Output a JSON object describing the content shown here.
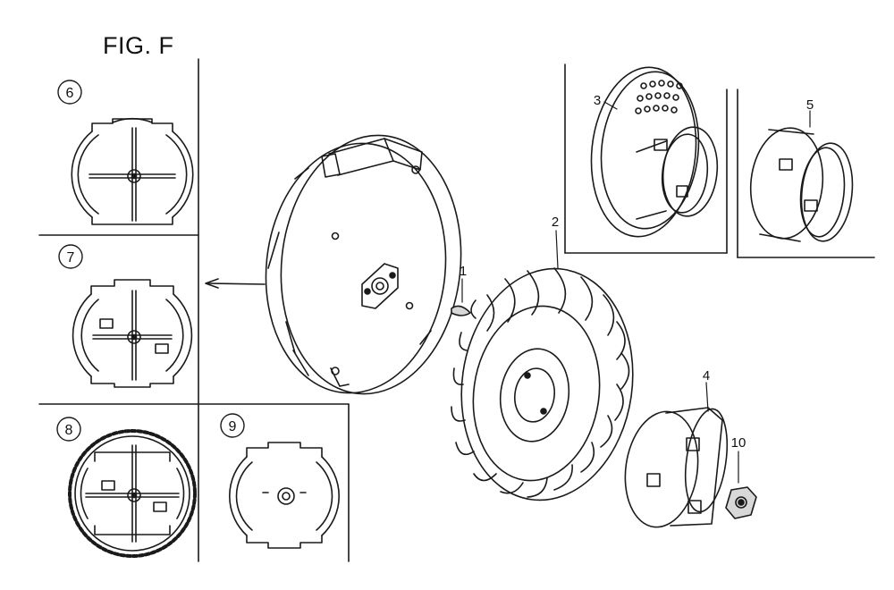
{
  "figure": {
    "title": "FIG. F"
  },
  "callouts": {
    "p1": "1",
    "p2": "2",
    "p3": "3",
    "p4": "4",
    "p5": "5",
    "p6": "6",
    "p7": "7",
    "p8": "8",
    "p9": "9",
    "p10": "10"
  },
  "colors": {
    "ink": "#1a1a1a",
    "paper": "#ffffff",
    "shade": "#d8d8d8"
  }
}
